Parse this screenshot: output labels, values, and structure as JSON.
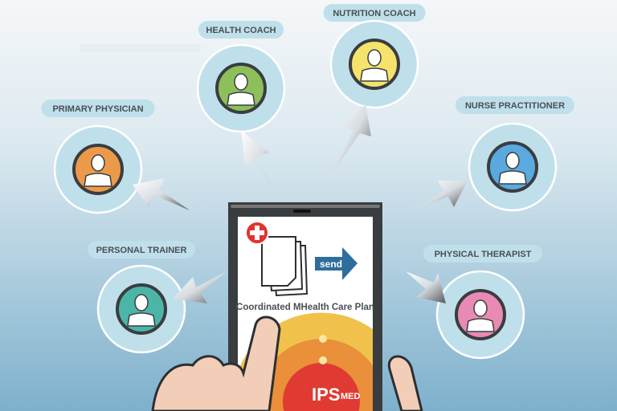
{
  "roles": [
    {
      "id": "health-coach",
      "label": "HEALTH COACH",
      "color": "#8dc05a"
    },
    {
      "id": "nutrition-coach",
      "label": "NUTRITION COACH",
      "color": "#f5e36b"
    },
    {
      "id": "primary-physician",
      "label": "PRIMARY PHYSICIAN",
      "color": "#ec9a4a"
    },
    {
      "id": "nurse-practitioner",
      "label": "NURSE PRACTITIONER",
      "color": "#5aaadf"
    },
    {
      "id": "personal-trainer",
      "label": "PERSONAL TRAINER",
      "color": "#4bb5a8"
    },
    {
      "id": "physical-therapist",
      "label": "PHYSICAL THERAPIST",
      "color": "#e98ab5"
    }
  ],
  "phone": {
    "send_label": "send",
    "caption": "Coordinated MHealth Care Plan",
    "logo_main": "IPS",
    "logo_sub": "MED"
  },
  "colors": {
    "send_arrow": "#2f6e9c",
    "cross": "#e0342f",
    "ring_outer": "#f0c24c",
    "ring_mid": "#ea8f3a",
    "ring_inner": "#e03a33"
  }
}
